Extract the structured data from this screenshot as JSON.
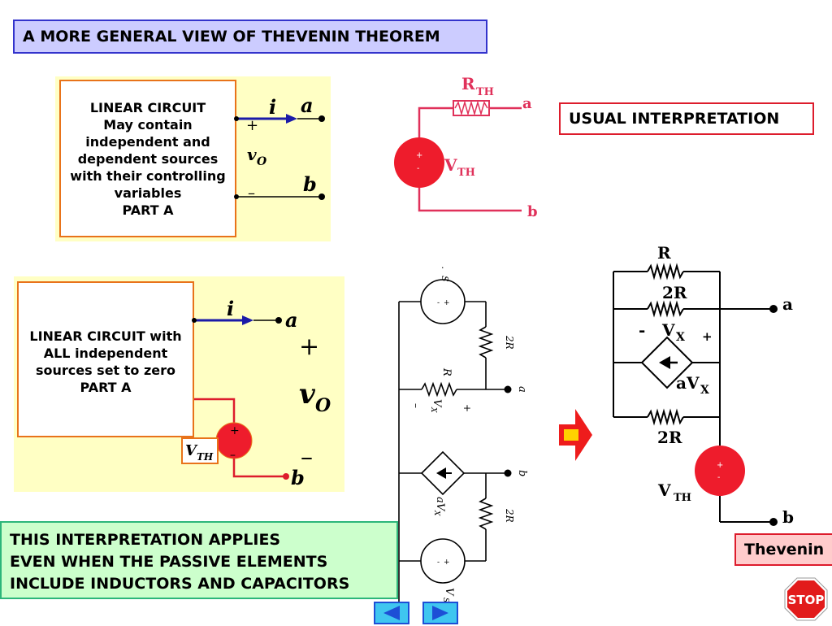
{
  "title": "A MORE GENERAL VIEW OF THEVENIN THEOREM",
  "top_left": {
    "box_lines": [
      "LINEAR CIRCUIT",
      "May contain",
      "independent and",
      "dependent sources",
      "with their controlling",
      "variables",
      "PART  A"
    ],
    "current": "i",
    "node_a": "a",
    "node_b": "b",
    "plus": "+",
    "minus": "–",
    "voltage": "v",
    "voltage_sub": "O"
  },
  "usual": {
    "label": "USUAL INTERPRETATION",
    "r_th": "R",
    "r_th_sub": "TH",
    "v_th": "V",
    "v_th_sub": "TH",
    "node_a": "a",
    "node_b": "b",
    "source_plus": "+",
    "source_minus": "-"
  },
  "bottom_left": {
    "box_lines": [
      "LINEAR CIRCUIT  with",
      "ALL independent",
      "sources set to zero",
      "PART  A"
    ],
    "current": "i",
    "node_a": "a",
    "node_b": "b",
    "plus": "+",
    "minus": "–",
    "voltage": "v",
    "voltage_sub": "O",
    "v_th": "V",
    "v_th_sub": "TH",
    "source_plus": "+",
    "source_minus": "–"
  },
  "mid_circuit": {
    "r_top": "2R",
    "r_mid": "R",
    "r_bottom": "2R",
    "vx": "V",
    "vx_sub": "X",
    "avx": "aV",
    "avx_sub": "X",
    "node_a": "a",
    "node_b": "b",
    "vs": "V",
    "vs_sub": "S",
    "src_plus": "+",
    "src_minus": "-",
    "vx_plus": "+",
    "vx_minus": "–",
    "top_dot": "·",
    "top_s": "S"
  },
  "right_circuit": {
    "r": "R",
    "r2_top": "2R",
    "r2_bottom": "2R",
    "vx": "V",
    "vx_sub": "X",
    "vx_minus": "-",
    "vx_plus": "+",
    "avx": "aV",
    "avx_sub": "X",
    "node_a": "a",
    "node_b": "b",
    "v_th": "V",
    "v_th_sub": "TH",
    "source_plus": "+",
    "source_minus": "-"
  },
  "note": {
    "lines": [
      "THIS INTERPRETATION APPLIES",
      "EVEN WHEN THE PASSIVE ELEMENTS",
      "INCLUDE INDUCTORS AND CAPACITORS"
    ]
  },
  "thevenin_label": "Thevenin",
  "stop_label": "STOP",
  "nav": {
    "prev_icon": "left-triangle-icon",
    "next_icon": "right-triangle-icon"
  },
  "colors": {
    "title_bg": "#ccccff",
    "title_border": "#3333cc",
    "panel_bg": "#ffffc4",
    "box_border": "#e8731a",
    "red_box_border": "#dd1c2c",
    "note_bg": "#ccffcc",
    "note_border": "#2db67a",
    "thevenin_bg": "#ffcccc",
    "wire_blue": "#1a1aa8",
    "wire_pink": "#e0315a",
    "source_red": "#ee1c2c",
    "stop_red": "#e21b1b",
    "arrow_red": "#ee1c1c",
    "arrow_yellow": "#ffd200",
    "nav_fill": "#3fc6f0",
    "nav_border": "#1d4fd6"
  }
}
